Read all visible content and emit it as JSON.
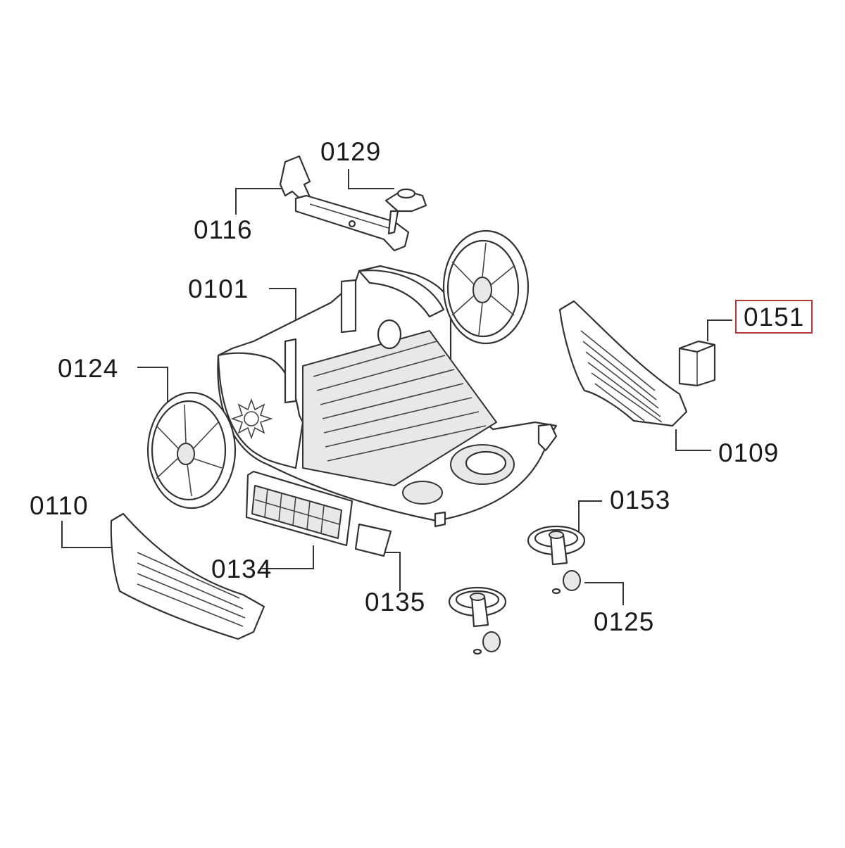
{
  "diagram": {
    "highlight_color": "#b03a3a",
    "labels": {
      "p0129": "0129",
      "p0116": "0116",
      "p0101": "0101",
      "p0151": "0151",
      "p0124": "0124",
      "p0109": "0109",
      "p0110": "0110",
      "p0153": "0153",
      "p0134": "0134",
      "p0135": "0135",
      "p0125": "0125"
    },
    "highlighted_label": "0151"
  }
}
